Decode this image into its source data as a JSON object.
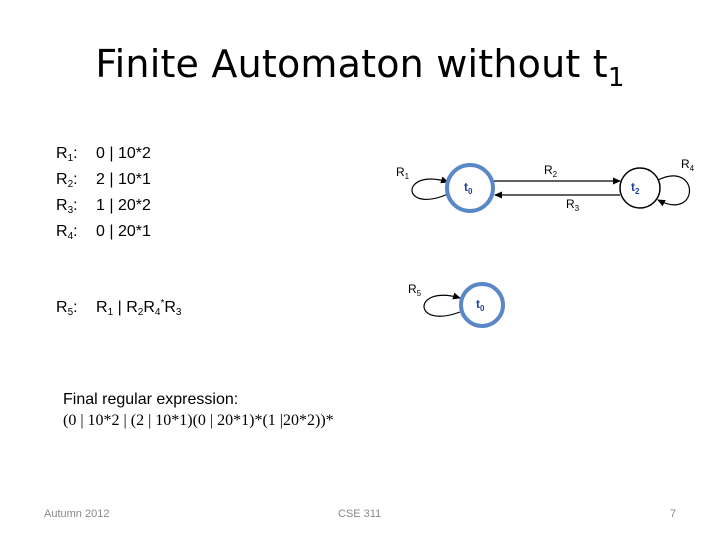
{
  "slide": {
    "title_main": "Finite Automaton without t",
    "title_sub": "1"
  },
  "rules": [
    {
      "letter": "R",
      "index": "1",
      "expr": "0 | 10*2"
    },
    {
      "letter": "R",
      "index": "2",
      "expr": "2 | 10*1"
    },
    {
      "letter": "R",
      "index": "3",
      "expr": "1 | 20*2"
    },
    {
      "letter": "R",
      "index": "4",
      "expr": "0 | 20*1"
    }
  ],
  "r5": {
    "letter": "R",
    "index": "5",
    "part1": "R",
    "part1_sub": "1",
    "bar": "|",
    "part2": "R",
    "part2_sub": "2",
    "part3": "R",
    "part3_sub": "4",
    "part3_sup": "*",
    "part4": "R",
    "part4_sub": "3"
  },
  "final": {
    "label": "Final regular expression:",
    "expression": "(0 | 10*2 | (2 | 10*1)(0 | 20*1)*(1 |20*2))*"
  },
  "diagram1": {
    "state_a": {
      "letter": "t",
      "sub": "0"
    },
    "state_b": {
      "letter": "t",
      "sub": "2"
    },
    "loop_a": {
      "letter": "R",
      "sub": "1"
    },
    "loop_b": {
      "letter": "R",
      "sub": "4"
    },
    "edge_ab": {
      "letter": "R",
      "sub": "2"
    },
    "edge_ba": {
      "letter": "R",
      "sub": "3"
    }
  },
  "diagram2": {
    "state": {
      "letter": "t",
      "sub": "0"
    },
    "loop": {
      "letter": "R",
      "sub": "5"
    }
  },
  "footer": {
    "left": "Autumn 2012",
    "center": "CSE 311",
    "right": "7"
  },
  "colors": {
    "state_ring": "#5a87c6",
    "state_label": "#1f3f9a",
    "footer_text": "#8a8a8a"
  }
}
